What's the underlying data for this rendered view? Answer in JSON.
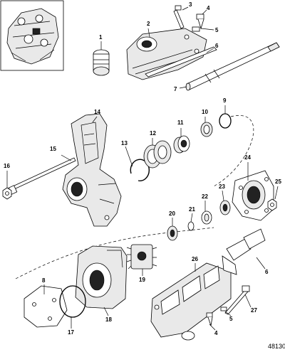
{
  "figure_number": "48130",
  "callouts": {
    "c1": "1",
    "c2": "2",
    "c3": "3",
    "c4a": "4",
    "c4b": "4",
    "c5a": "5",
    "c5b": "5",
    "c6a": "6",
    "c6b": "6",
    "c7": "7",
    "c8": "8",
    "c9": "9",
    "c10": "10",
    "c11": "11",
    "c12": "12",
    "c13": "13",
    "c14": "14",
    "c15": "15",
    "c16": "16",
    "c17": "17",
    "c18": "18",
    "c19": "19",
    "c20": "20",
    "c21": "21",
    "c22": "22",
    "c23": "23",
    "c24": "24",
    "c25": "25",
    "c26": "26",
    "c27": "27"
  }
}
